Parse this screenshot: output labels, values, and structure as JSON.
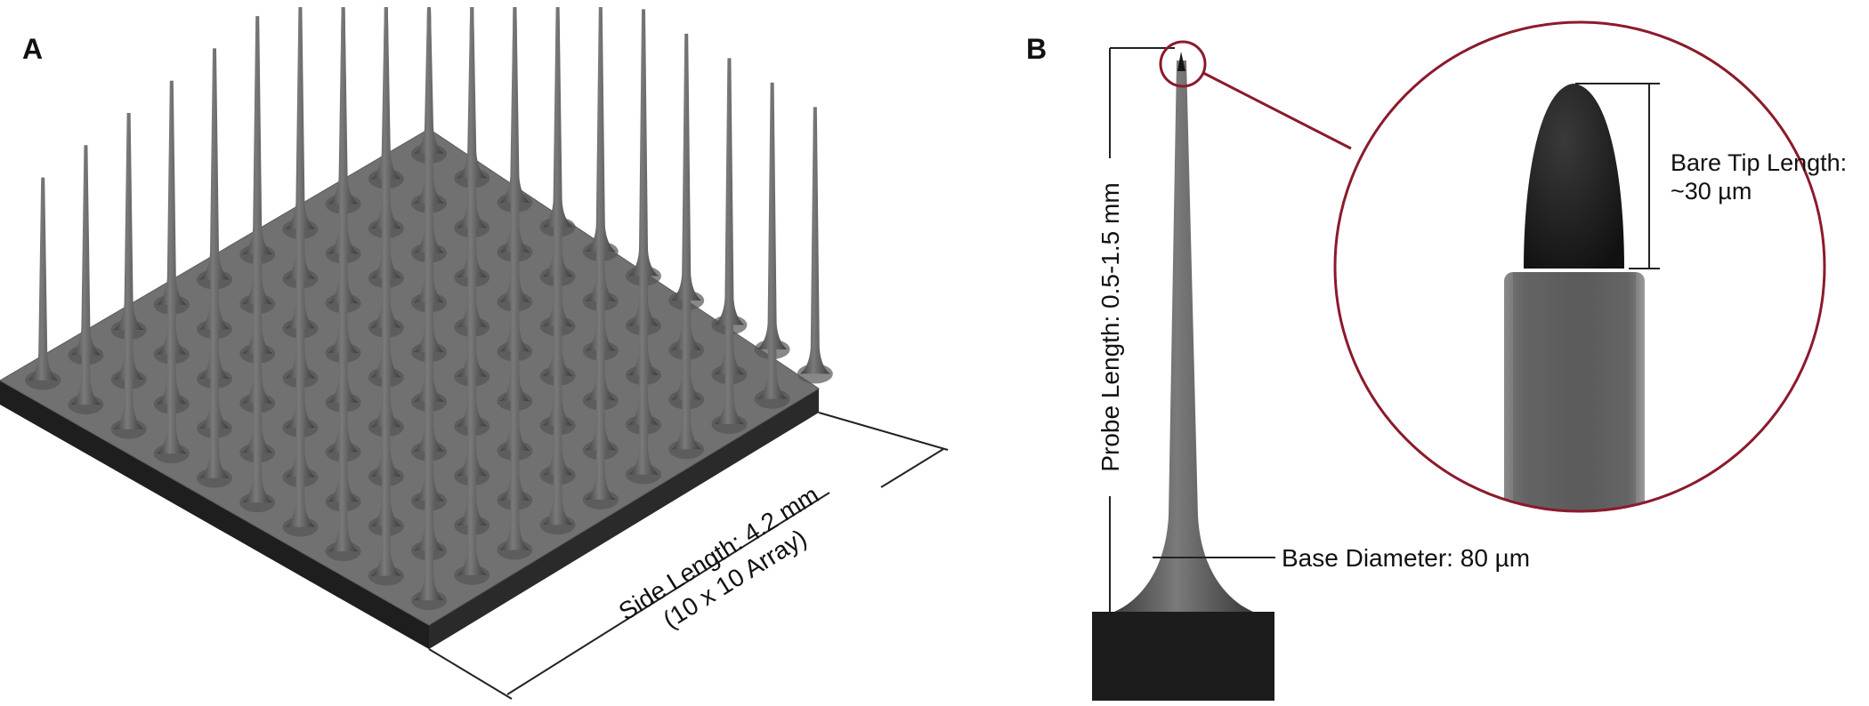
{
  "panels": {
    "a": {
      "label": "A",
      "grid_rows": 10,
      "grid_cols": 10,
      "side_length_line1": "Side Length: 4.2 mm",
      "side_length_line2": "(10 x 10 Array)"
    },
    "b": {
      "label": "B",
      "probe_length": "Probe Length: 0.5-1.5 mm",
      "base_diameter": "Base Diameter: 80 µm",
      "bare_tip_line1": "Bare Tip Length:",
      "bare_tip_line2": "~30 µm"
    }
  },
  "colors": {
    "base_top": "#6e6e6e",
    "base_side": "#1f1f1f",
    "needle": "#5a5a5a",
    "tip": "#1a1a1a",
    "magnifier": "#8b1a2b",
    "lines": "#222222"
  }
}
